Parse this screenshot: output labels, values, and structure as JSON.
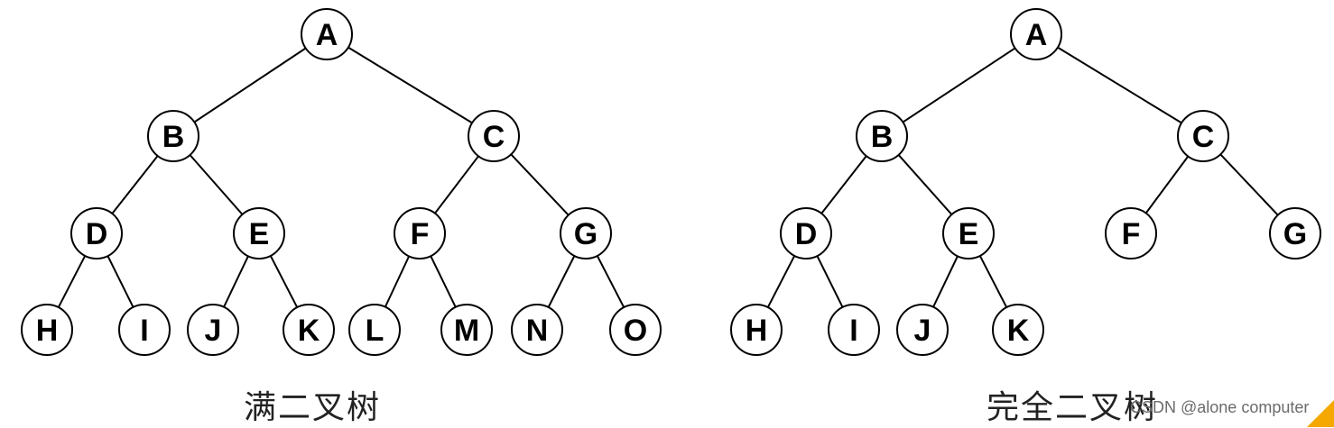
{
  "trees": [
    {
      "caption": "满二叉树",
      "nodes": [
        "A",
        "B",
        "C",
        "D",
        "E",
        "F",
        "G",
        "H",
        "I",
        "J",
        "K",
        "L",
        "M",
        "N",
        "O"
      ],
      "edges": [
        [
          "A",
          "B"
        ],
        [
          "A",
          "C"
        ],
        [
          "B",
          "D"
        ],
        [
          "B",
          "E"
        ],
        [
          "C",
          "F"
        ],
        [
          "C",
          "G"
        ],
        [
          "D",
          "H"
        ],
        [
          "D",
          "I"
        ],
        [
          "E",
          "J"
        ],
        [
          "E",
          "K"
        ],
        [
          "F",
          "L"
        ],
        [
          "F",
          "M"
        ],
        [
          "G",
          "N"
        ],
        [
          "G",
          "O"
        ]
      ]
    },
    {
      "caption": "完全二叉树",
      "nodes": [
        "A",
        "B",
        "C",
        "D",
        "E",
        "F",
        "G",
        "H",
        "I",
        "J",
        "K"
      ],
      "edges": [
        [
          "A",
          "B"
        ],
        [
          "A",
          "C"
        ],
        [
          "B",
          "D"
        ],
        [
          "B",
          "E"
        ],
        [
          "C",
          "F"
        ],
        [
          "C",
          "G"
        ],
        [
          "D",
          "H"
        ],
        [
          "D",
          "I"
        ],
        [
          "E",
          "J"
        ],
        [
          "E",
          "K"
        ]
      ]
    }
  ],
  "watermark": "CSDN @alone computer",
  "colors": {
    "line": "#000000",
    "node_fill": "#ffffff",
    "text": "#000000",
    "corner_accent": "#f5a800"
  }
}
